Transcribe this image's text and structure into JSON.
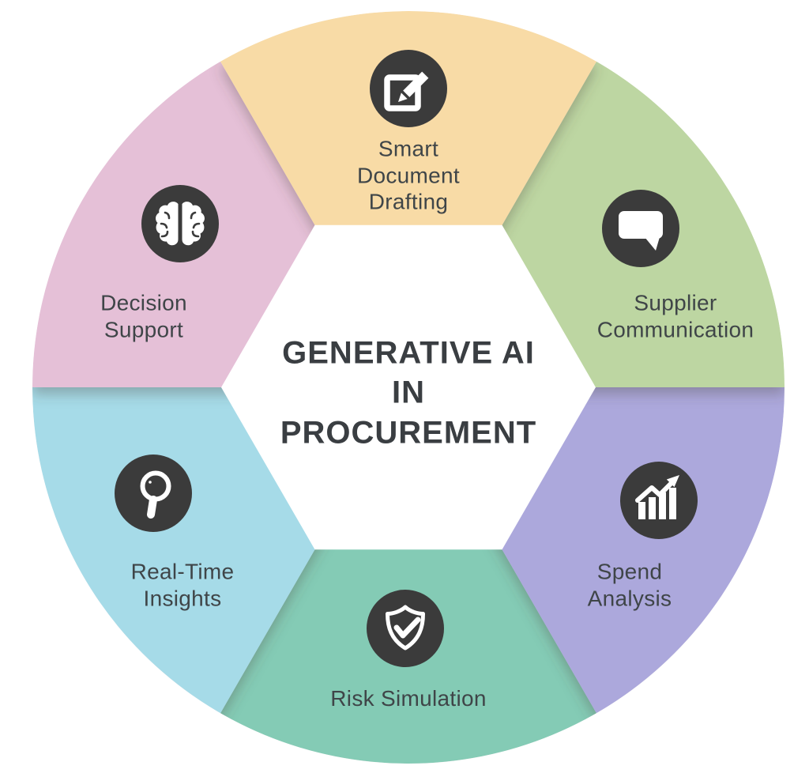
{
  "title": {
    "lines": [
      "GENERATIVE AI",
      "IN",
      "PROCUREMENT"
    ]
  },
  "segments": [
    {
      "id": "smart-document-drafting",
      "label": "Smart Document Drafting",
      "label_lines": [
        "Smart",
        "Document",
        "Drafting"
      ],
      "icon": "compose-icon",
      "color_key": "seg_peach"
    },
    {
      "id": "supplier-communication",
      "label": "Supplier Communication",
      "label_lines": [
        "Supplier",
        "Communication"
      ],
      "icon": "speech-bubble-icon",
      "color_key": "seg_green"
    },
    {
      "id": "spend-analysis",
      "label": "Spend Analysis",
      "label_lines": [
        "Spend",
        "Analysis"
      ],
      "icon": "bar-chart-arrow-icon",
      "color_key": "seg_purple"
    },
    {
      "id": "risk-simulation",
      "label": "Risk Simulation",
      "label_lines": [
        "Risk Simulation"
      ],
      "icon": "shield-check-icon",
      "color_key": "seg_teal"
    },
    {
      "id": "real-time-insights",
      "label": "Real-Time Insights",
      "label_lines": [
        "Real-Time",
        "Insights"
      ],
      "icon": "magnifier-icon",
      "color_key": "seg_blue"
    },
    {
      "id": "decision-support",
      "label": "Decision Support",
      "label_lines": [
        "Decision",
        "Support"
      ],
      "icon": "brain-icon",
      "color_key": "seg_pink"
    }
  ],
  "colors": {
    "bg": "#ffffff",
    "seg_peach": "#F8DBA6",
    "seg_green": "#BDD6A2",
    "seg_purple": "#ACA8DC",
    "seg_teal": "#84CBB5",
    "seg_blue": "#A6DBE8",
    "seg_pink": "#E5C0D7",
    "icon_bg": "#3B3B3B",
    "icon_fg": "#FFFFFF",
    "label": "#3F4548",
    "title": "#3A3E42"
  }
}
